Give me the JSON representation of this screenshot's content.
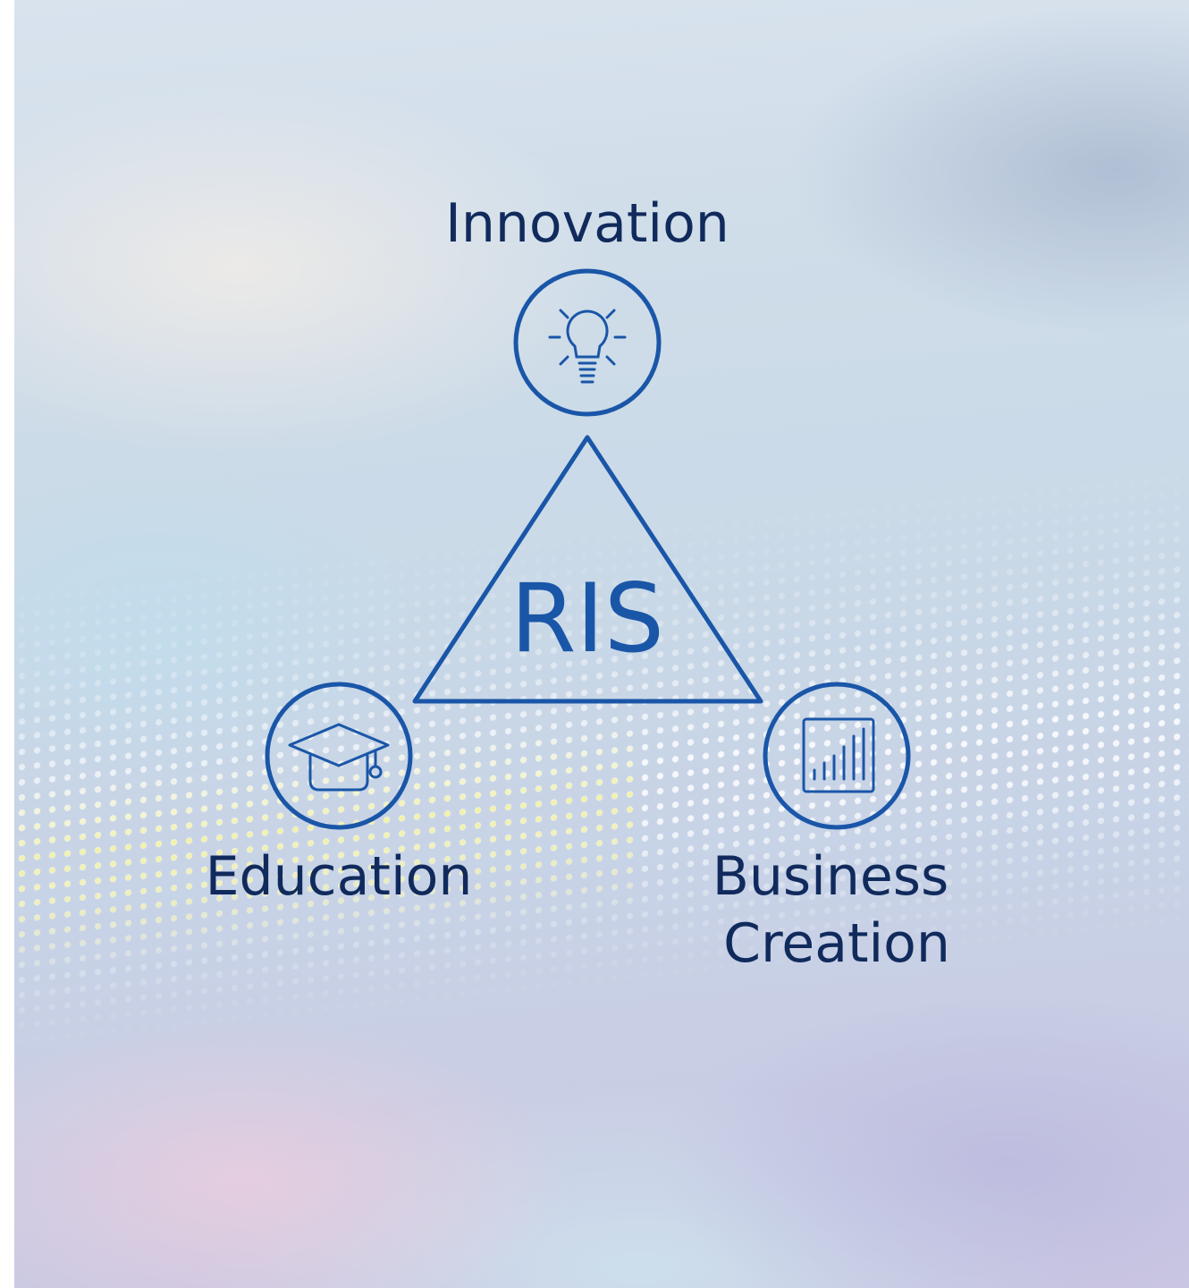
{
  "diagram": {
    "center_label": "RIS",
    "nodes": [
      {
        "id": "innovation",
        "label": "Innovation",
        "icon": "lightbulb-icon"
      },
      {
        "id": "education",
        "label": "Education",
        "icon": "graduation-cap-icon"
      },
      {
        "id": "business",
        "label_line1": "Business",
        "label_line2": "Creation",
        "icon": "bar-chart-icon"
      }
    ]
  },
  "colors": {
    "stroke": "#1a56a8",
    "text": "#102a5c"
  }
}
